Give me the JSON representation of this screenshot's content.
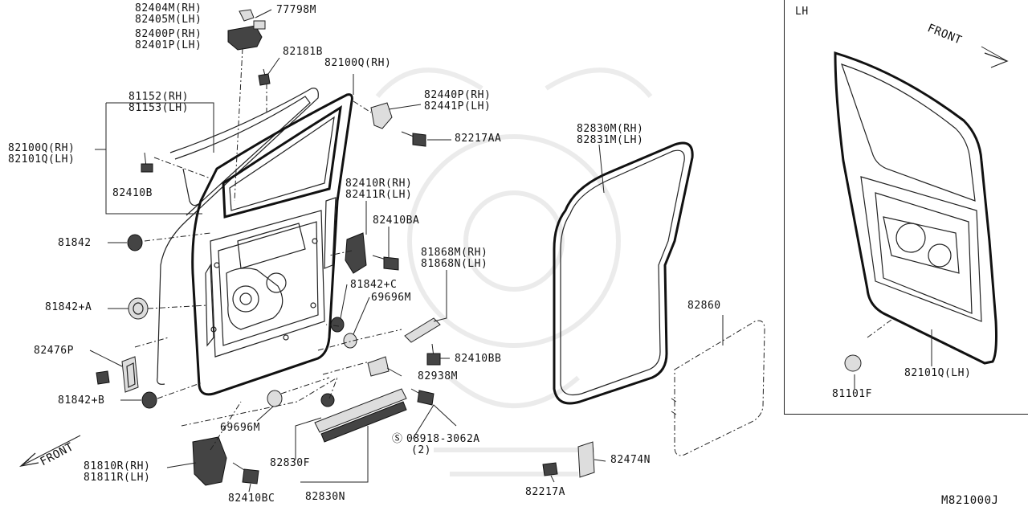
{
  "diagram_code": "M821000J",
  "inset_title": "LH",
  "front_label": "FRONT",
  "labels": {
    "p82404m": "82404M(RH)",
    "p82405m": "82405M(LH)",
    "p77798m": "77798M",
    "p82400p": "82400P(RH)",
    "p82401p": "82401P(LH)",
    "p82181b": "82181B",
    "p82100q_top": "82100Q(RH)",
    "p82440p": "82440P(RH)",
    "p82441p": "82441P(LH)",
    "p82217aa": "82217AA",
    "p81152": "81152(RH)",
    "p81153": "81153(LH)",
    "p82100q": "82100Q(RH)",
    "p82101q": "82101Q(LH)",
    "p82410b": "82410B",
    "p82410r": "82410R(RH)",
    "p82411r": "82411R(LH)",
    "p82410ba": "82410BA",
    "p81842": "81842",
    "p81868m": "81868M(RH)",
    "p81868n": "81868N(LH)",
    "p81842a": "81842+A",
    "p81842c": "81842+C",
    "p69696m_a": "69696M",
    "p82476p": "82476P",
    "p82410bb": "82410BB",
    "p82938m": "82938M",
    "p81842b": "81842+B",
    "p69696m_b": "69696M",
    "p08918": "08918-3062A",
    "p08918_qty": "(2)",
    "p82830f": "82830F",
    "p82830n": "82830N",
    "p81810r": "81810R(RH)",
    "p81811r": "81811R(LH)",
    "p82410bc": "82410BC",
    "p82830m": "82830M(RH)",
    "p82831m": "82831M(LH)",
    "p82860": "82860",
    "p82474n": "82474N",
    "p82217a": "82217A",
    "p81101f": "81101F",
    "p82101q_inset": "82101Q(LH)"
  }
}
